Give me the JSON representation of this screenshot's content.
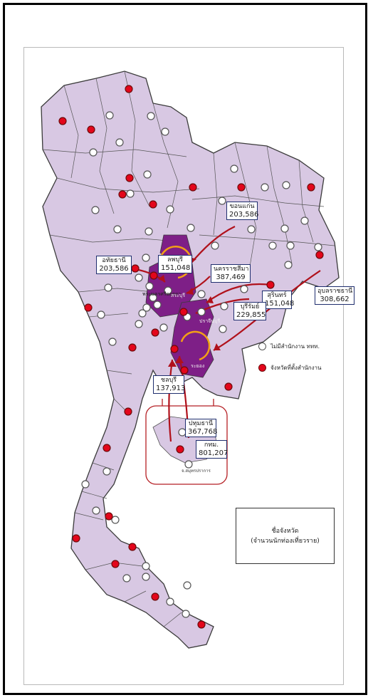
{
  "colors": {
    "province_fill": "#d8c8e3",
    "province_border": "#3b3b3b",
    "highlight_fill": "#7e1f87",
    "office_dot": "#e3061b",
    "no_office_dot": "#ffffff",
    "label_border": "#1f2e6e",
    "arrow_red": "#b0111b",
    "arrow_orange": "#f2a016",
    "inset_border": "#b51f24"
  },
  "labels": [
    {
      "id": "khonkaen",
      "name": "ขอนแก่น",
      "value": "203,586"
    },
    {
      "id": "chainat",
      "name": "อทัยธานี",
      "value": "203,586"
    },
    {
      "id": "lopburi",
      "name": "ลพบุรี",
      "value": "151,048"
    },
    {
      "id": "nakhonratchasima",
      "name": "นครราชสีมา",
      "value": "387,469"
    },
    {
      "id": "surin",
      "name": "สุรินทร์",
      "value": "151,048"
    },
    {
      "id": "buriram",
      "name": "บุรีรัมย์",
      "value": "229,855"
    },
    {
      "id": "ubon",
      "name": "อุบลราชธานี",
      "value": "308,662"
    },
    {
      "id": "chonburi",
      "name": "ชลบุรี",
      "value": "137,913"
    },
    {
      "id": "pathumthani",
      "name": "ปทุมธานี",
      "value": "367,768"
    },
    {
      "id": "bangkok",
      "name": "กทม.",
      "value": "801,207"
    }
  ],
  "map_text": {
    "ayutthaya": "พระนครศรีอยุธยา",
    "saraburi": "สระบุรี",
    "prachinburi": "ปราจีนบุรี",
    "rayong": "ระยอง",
    "samutprakan": "จ.สมุทรปราการ"
  },
  "legend": {
    "no_office": "ไม่มีสำนักงาน ททท.",
    "office": "จังหวัดที่ตั้งสำนักงาน"
  },
  "namebox": {
    "title": "ชื่อจังหวัด",
    "subtitle": "(จำนวนนักท่องเที่ยวราย)"
  }
}
